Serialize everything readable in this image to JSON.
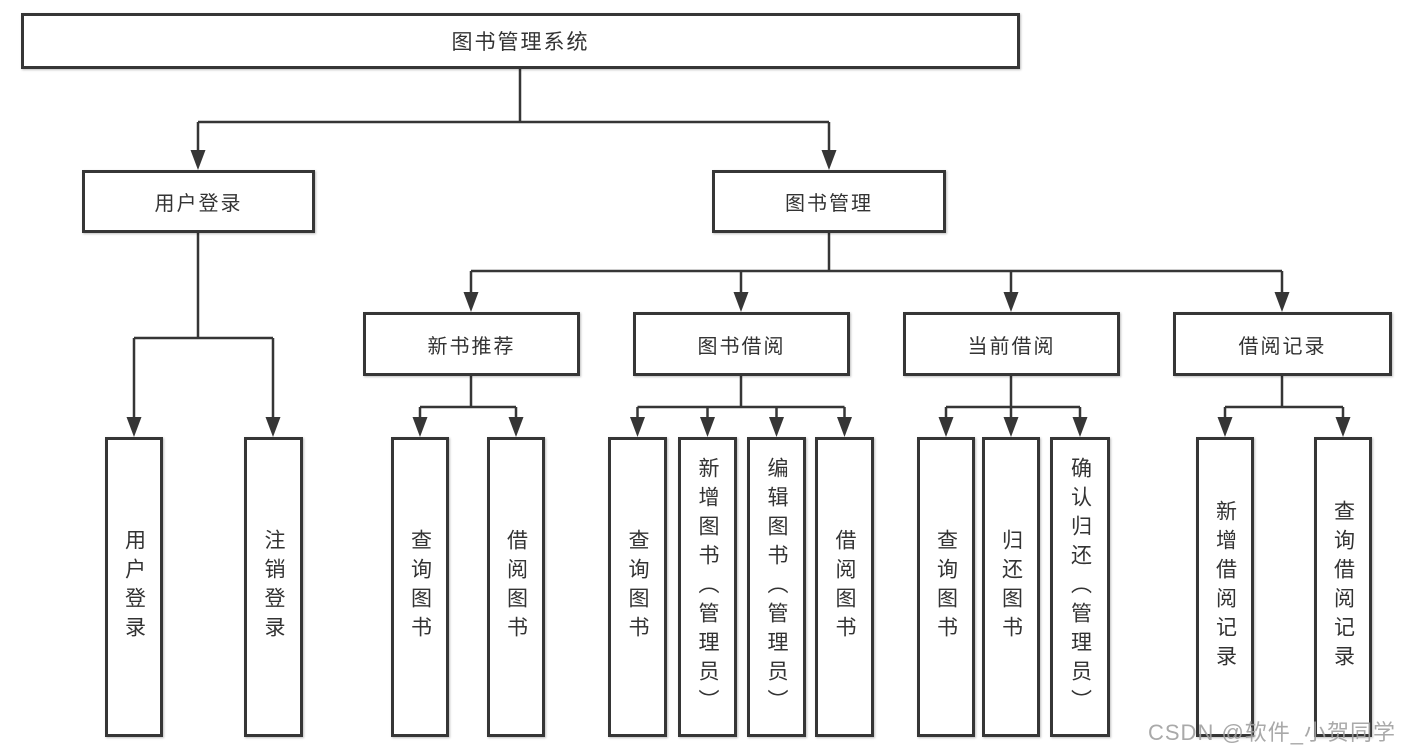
{
  "tree": {
    "label": "图书管理系统",
    "children": [
      {
        "label": "用户登录",
        "children": [
          {
            "label": "用户登录"
          },
          {
            "label": "注销登录"
          }
        ]
      },
      {
        "label": "图书管理",
        "children": [
          {
            "label": "新书推荐",
            "children": [
              {
                "label": "查询图书"
              },
              {
                "label": "借阅图书"
              }
            ]
          },
          {
            "label": "图书借阅",
            "children": [
              {
                "label": "查询图书"
              },
              {
                "label": "新增图书（管理员）"
              },
              {
                "label": "编辑图书（管理员）"
              },
              {
                "label": "借阅图书"
              }
            ]
          },
          {
            "label": "当前借阅",
            "children": [
              {
                "label": "查询图书"
              },
              {
                "label": "归还图书"
              },
              {
                "label": "确认归还（管理员）"
              }
            ]
          },
          {
            "label": "借阅记录",
            "children": [
              {
                "label": "新增借阅记录"
              },
              {
                "label": "查询借阅记录"
              }
            ]
          }
        ]
      }
    ]
  },
  "watermark": {
    "text": "CSDN @软件_小贺同学"
  },
  "colors": {
    "line": "#363636",
    "box_border": "#363636",
    "text": "#333333",
    "watermark": "#a0a0a0",
    "background": "#ffffff"
  }
}
